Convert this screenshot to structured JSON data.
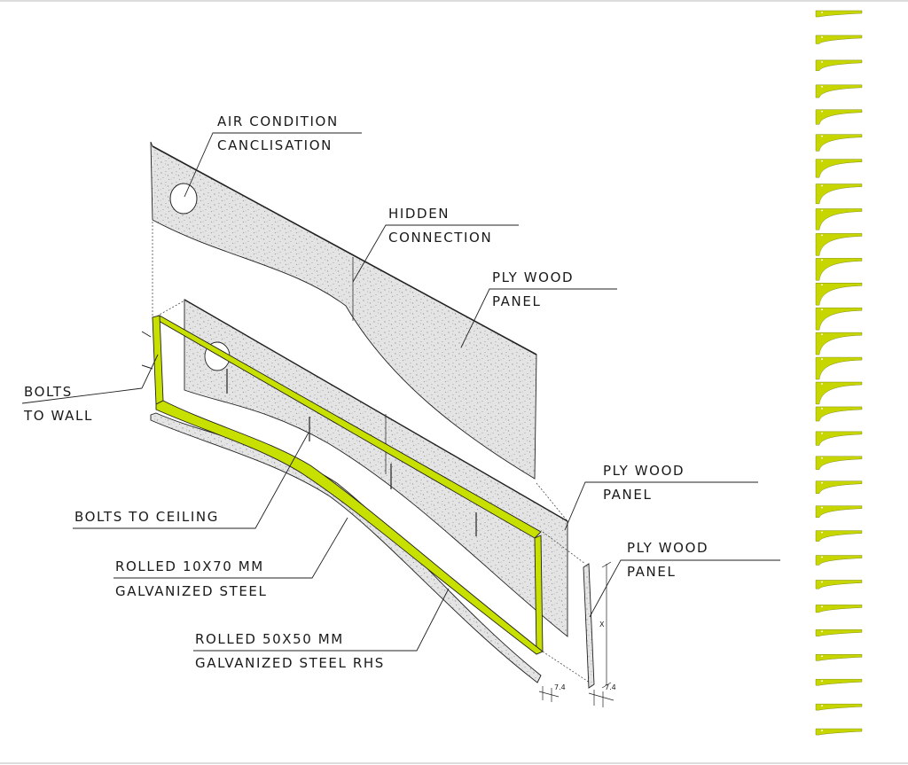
{
  "labels": {
    "air_condition_line1": "AIR CONDITION",
    "air_condition_line2": "CANCLISATION",
    "hidden_line1": "HIDDEN",
    "hidden_line2": "CONNECTION",
    "plywood_top_line1": "PLY WOOD",
    "plywood_top_line2": "PANEL",
    "bolts_wall_line1": "BOLTS",
    "bolts_wall_line2": "TO WALL",
    "plywood_mid_line1": "PLY WOOD",
    "plywood_mid_line2": "PANEL",
    "bolts_ceiling": "BOLTS TO CEILING",
    "rolled_10x70_line1": "ROLLED 10X70 MM",
    "rolled_10x70_line2": "GALVANIZED STEEL",
    "plywood_right_line1": "PLY WOOD",
    "plywood_right_line2": "PANEL",
    "rolled_50x50_line1": "ROLLED 50X50 MM",
    "rolled_50x50_line2": "GALVANIZED STEEL RHS"
  },
  "dimensions": {
    "thickness_a": "7.4",
    "thickness_b": "7.4",
    "height_mark": "X"
  },
  "colors": {
    "steel_frame": "#c8e000",
    "ribs": "#c8d600",
    "plywood_speckle": "#b5b5b5"
  },
  "rib_sequence": {
    "count": 30,
    "description_icon": "curved-rib-profile-icon"
  }
}
